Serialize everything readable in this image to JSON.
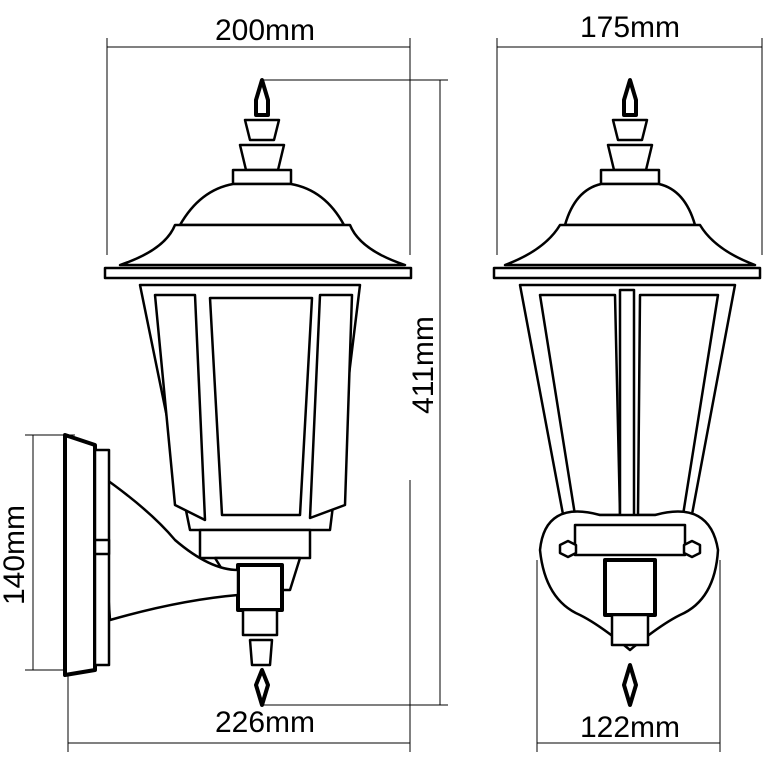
{
  "dimensions": {
    "side_width": "200mm",
    "front_width": "175mm",
    "height": "411mm",
    "bracket_height": "140mm",
    "projection": "226mm",
    "backplate_width": "122mm"
  }
}
